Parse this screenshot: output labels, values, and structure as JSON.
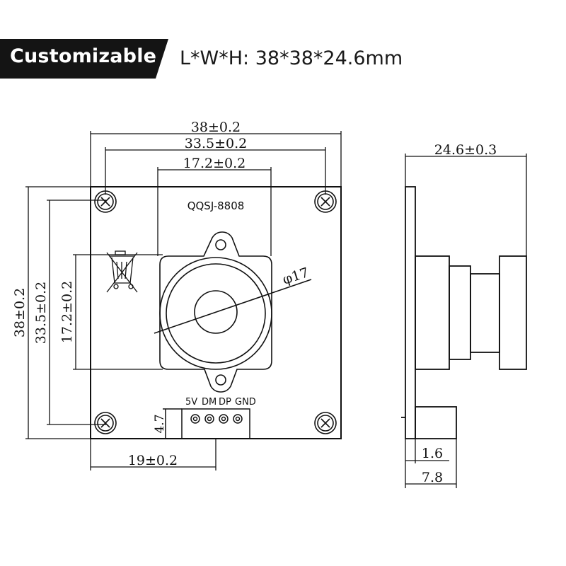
{
  "header": {
    "badge": "Customizable",
    "spec": "L*W*H:  38*38*24.6mm"
  },
  "front_view": {
    "dim_width_total": "38±0.2",
    "dim_hole_spacing_h": "33.5±0.2",
    "dim_lens_holder_w": "17.2±0.2",
    "dim_height_total": "38±0.2",
    "dim_hole_spacing_v": "33.5±0.2",
    "dim_lens_holder_h": "17.2±0.2",
    "model_label": "QQSJ-8808",
    "lens_diameter": "φ17",
    "pins": [
      "5V",
      "DM",
      "DP",
      "GND"
    ],
    "dim_connector_h": "4.7",
    "dim_connector_offset": "19±0.2"
  },
  "side_view": {
    "dim_depth": "24.6±0.3",
    "dim_board": "1.6",
    "dim_connector": "7.8"
  },
  "colors": {
    "badge_bg": "#141414",
    "line": "#111111"
  }
}
